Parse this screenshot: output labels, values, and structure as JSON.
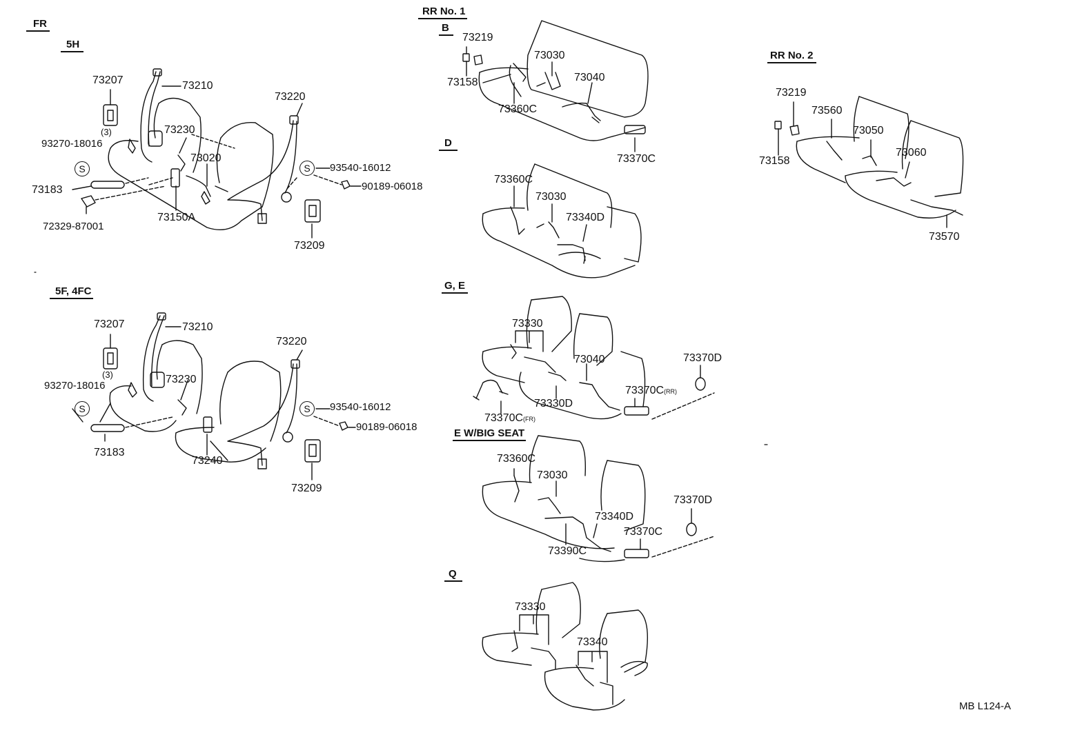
{
  "sections": {
    "fr": "FR",
    "fr_5h": "5H",
    "fr_5f4fc": "5F, 4FC",
    "rr1": "RR No. 1",
    "rr1_b": "B",
    "rr1_d": "D",
    "rr1_ge": "G, E",
    "rr1_ebig": "E W/BIG SEAT",
    "rr1_q": "Q",
    "rr2": "RR No. 2"
  },
  "s_symbol": "S",
  "fr5h": {
    "p73207": "73207",
    "p73210": "73210",
    "qty3": "(3)",
    "p93270": "93270-18016",
    "p73230": "73230",
    "p73020": "73020",
    "p73183": "73183",
    "p72329": "72329-87001",
    "p73150a": "73150A",
    "p73220": "73220",
    "p93540": "93540-16012",
    "p90189": "90189-06018",
    "p73209": "73209"
  },
  "fr5f": {
    "p73207": "73207",
    "p73210": "73210",
    "qty3": "(3)",
    "p93270": "93270-18016",
    "p73230": "73230",
    "p73183": "73183",
    "p73240": "73240",
    "p73220": "73220",
    "p93540": "93540-16012",
    "p90189": "90189-06018",
    "p73209": "73209"
  },
  "rr1b": {
    "p73219": "73219",
    "p73030": "73030",
    "p73040": "73040",
    "p73158": "73158",
    "p73360c": "73360C",
    "p73370c": "73370C"
  },
  "rr1d": {
    "p73360c": "73360C",
    "p73030": "73030",
    "p73340d": "73340D"
  },
  "rr1ge": {
    "p73330": "73330",
    "p73040": "73040",
    "p73370d": "73370D",
    "p73370c_rr": "73370C",
    "rr_sub": "(RR)",
    "p73330d": "73330D",
    "p73370c_fr": "73370C",
    "fr_sub": "(FR)"
  },
  "rr1e": {
    "p73360c": "73360C",
    "p73030": "73030",
    "p73370d": "73370D",
    "p73340d": "73340D",
    "p73370c": "73370C",
    "p73390c": "73390C"
  },
  "rr1q": {
    "p73330": "73330",
    "p73340": "73340"
  },
  "rr2": {
    "p73219": "73219",
    "p73560": "73560",
    "p73050": "73050",
    "p73158": "73158",
    "p73060": "73060",
    "p73570": "73570"
  },
  "diagram_code": "MB L124-A"
}
